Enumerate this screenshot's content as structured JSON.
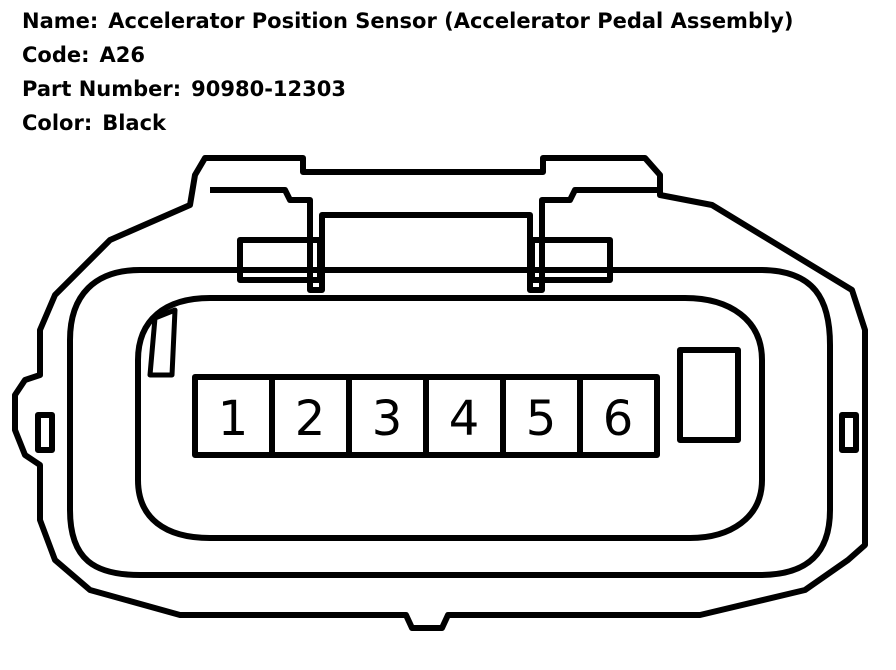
{
  "info": {
    "name_label": "Name:",
    "name_value": "Accelerator Position Sensor (Accelerator Pedal Assembly)",
    "code_label": "Code:",
    "code_value": "A26",
    "part_label": "Part Number:",
    "part_value": "90980-12303",
    "color_label": "Color:",
    "color_value": "Black"
  },
  "connector": {
    "pins": [
      "1",
      "2",
      "3",
      "4",
      "5",
      "6"
    ]
  }
}
